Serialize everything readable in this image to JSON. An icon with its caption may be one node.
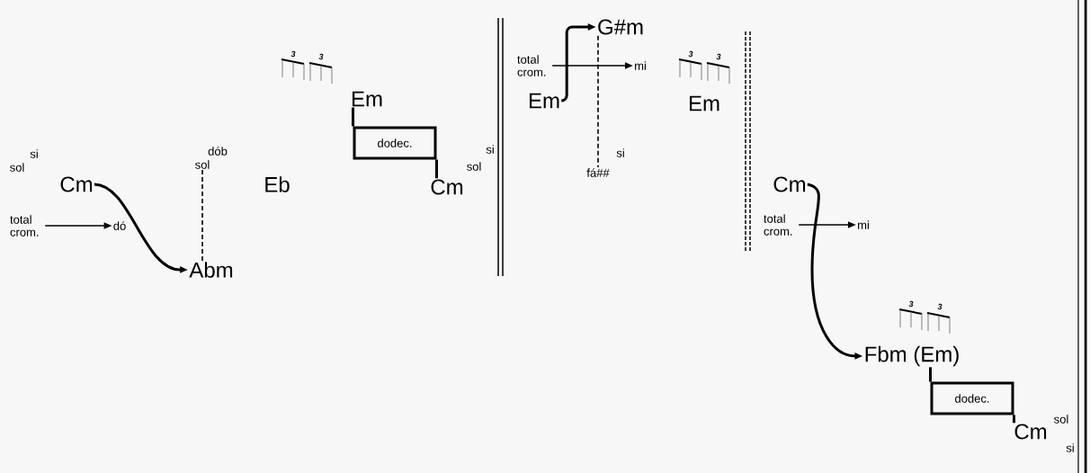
{
  "diagram": {
    "nodes": [
      {
        "text": [
          "Cm"
        ]
      },
      {
        "text": [
          "total crom."
        ]
      },
      {
        "text": [
          "dó"
        ]
      },
      {
        "text": [
          "sol"
        ]
      },
      {
        "text": [
          "Abm"
        ]
      },
      {
        "text": [
          "Eb"
        ]
      },
      {
        "text": [
          "Em"
        ]
      },
      {
        "text": [
          "dodec."
        ]
      },
      {
        "text": [
          "Cm"
        ]
      },
      {
        "text": [
          "G#m"
        ]
      },
      {
        "text": [
          "total crom."
        ]
      },
      {
        "text": [
          "mi"
        ]
      },
      {
        "text": [
          "Em"
        ]
      },
      {
        "text": [
          "fá##"
        ]
      },
      {
        "text": [
          "Em"
        ]
      },
      {
        "text": [
          "Cm"
        ]
      },
      {
        "text": [
          "total crom."
        ]
      },
      {
        "text": [
          "mi"
        ]
      },
      {
        "text": [
          "Fbm (Em)"
        ]
      },
      {
        "text": [
          "dodec."
        ]
      },
      {
        "text": [
          "Cm"
        ]
      }
    ],
    "edges": [
      {
        "from": 0,
        "to": 4,
        "arrow": "to"
      },
      {
        "from": 1,
        "to": 2,
        "arrow": "to"
      },
      {
        "from": 3,
        "to": 4,
        "arrow": "none",
        "style": "dashed"
      },
      {
        "from": 6,
        "to": 7,
        "arrow": "none"
      },
      {
        "from": 7,
        "to": 8,
        "arrow": "none"
      },
      {
        "from": 12,
        "to": 9,
        "arrow": "to"
      },
      {
        "from": 10,
        "to": 11,
        "arrow": "to"
      },
      {
        "from": 9,
        "to": 13,
        "arrow": "none",
        "style": "dashed"
      },
      {
        "from": 15,
        "to": 18,
        "arrow": "to"
      },
      {
        "from": 16,
        "to": 17,
        "arrow": "to"
      },
      {
        "from": 18,
        "to": 19,
        "arrow": "none"
      },
      {
        "from": 19,
        "to": 20,
        "arrow": "none"
      }
    ],
    "labels": [
      "si",
      "sol",
      "dób",
      "3",
      "3",
      "si",
      "sol",
      "si",
      "3",
      "3",
      "3",
      "3",
      "sol",
      "si"
    ]
  }
}
